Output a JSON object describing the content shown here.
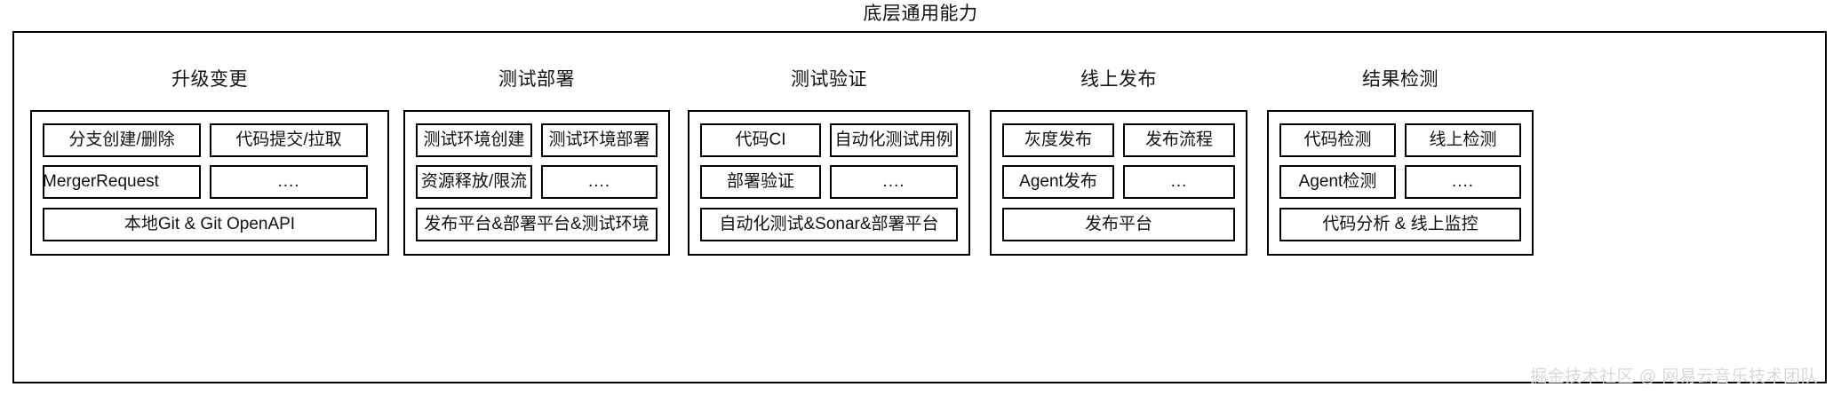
{
  "page": {
    "title": "底层通用能力",
    "watermark": "掘金技术社区 @ 网易云音乐技术团队",
    "border_color": "#000000",
    "background_color": "#ffffff",
    "text_color": "#111111",
    "watermark_color": "#d9d9d9"
  },
  "columns": [
    {
      "heading": "升级变更",
      "row1": [
        "分支创建/删除",
        "代码提交/拉取"
      ],
      "row2": [
        "MergerRequest",
        "...."
      ],
      "footer": "本地Git & Git OpenAPI"
    },
    {
      "heading": "测试部署",
      "row1": [
        "测试环境创建",
        "测试环境部署"
      ],
      "row2": [
        "资源释放/限流",
        "...."
      ],
      "footer": "发布平台&部署平台&测试环境"
    },
    {
      "heading": "测试验证",
      "row1": [
        "代码CI",
        "自动化测试用例"
      ],
      "row2": [
        "部署验证",
        "...."
      ],
      "footer": "自动化测试&Sonar&部署平台"
    },
    {
      "heading": "线上发布",
      "row1": [
        "灰度发布",
        "发布流程"
      ],
      "row2": [
        "Agent发布",
        "..."
      ],
      "footer": "发布平台"
    },
    {
      "heading": "结果检测",
      "row1": [
        "代码检测",
        "线上检测"
      ],
      "row2": [
        "Agent检测",
        "...."
      ],
      "footer": "代码分析 & 线上监控"
    }
  ]
}
